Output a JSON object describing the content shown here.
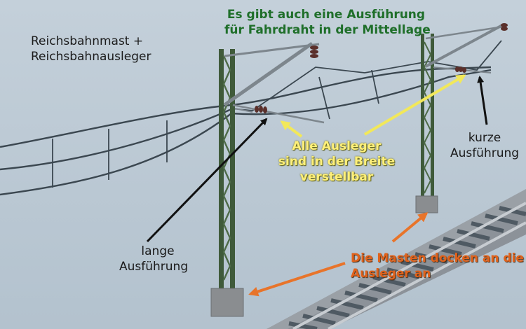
{
  "annotations": {
    "mast_type": {
      "lines": [
        "Reichsbahnmast +",
        "Reichsbahnausleger"
      ]
    },
    "center_position": {
      "lines": [
        "Es gibt auch eine Ausführung",
        "für Fahrdraht in der Mittellage"
      ],
      "color": "#1f6f2a"
    },
    "adjustable": {
      "lines": [
        "Alle Ausleger",
        "sind in der Breite",
        "verstellbar"
      ],
      "color": "#fff07a"
    },
    "short_version": {
      "lines": [
        "kurze",
        "Ausführung"
      ]
    },
    "long_version": {
      "lines": [
        "lange",
        "Ausführung"
      ]
    },
    "docking": {
      "lines": [
        "Die Masten docken an die",
        "Ausleger an"
      ],
      "color": "#e0621c"
    }
  },
  "colors": {
    "sky": "#b9c7d2",
    "mast": "#3f5a3a",
    "cable": "#3b4750",
    "rail": "#b9bfc4",
    "sleeper": "#55606a",
    "arrow_black": "#111111",
    "arrow_yellow": "#f2e85a",
    "arrow_orange": "#e8742a"
  }
}
